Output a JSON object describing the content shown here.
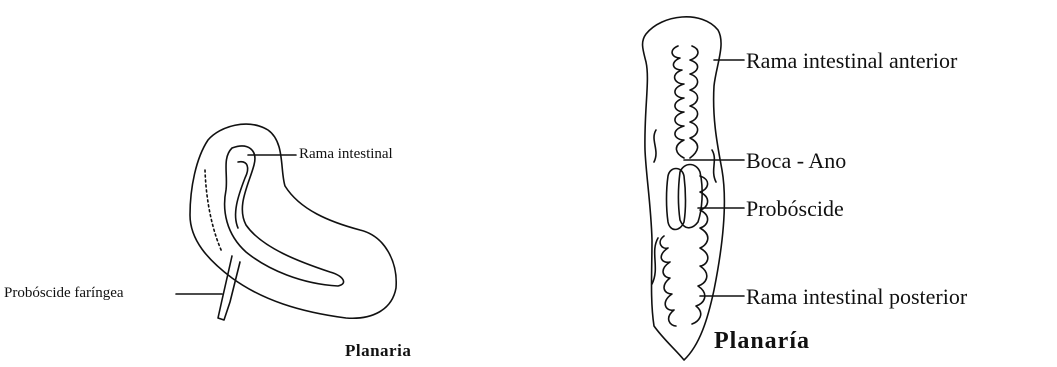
{
  "left_figure": {
    "title": "Planaria",
    "labels": {
      "rama_intestinal": "Rama intestinal",
      "proboscide_faringea": "Probóscide faríngea"
    }
  },
  "right_figure": {
    "title": "Planaría",
    "labels": {
      "rama_anterior": "Rama intestinal anterior",
      "boca_ano": "Boca - Ano",
      "proboscide": "Probóscide",
      "rama_posterior": "Rama intestinal posterior"
    }
  },
  "colors": {
    "ink": "#111111",
    "background": "#ffffff"
  }
}
